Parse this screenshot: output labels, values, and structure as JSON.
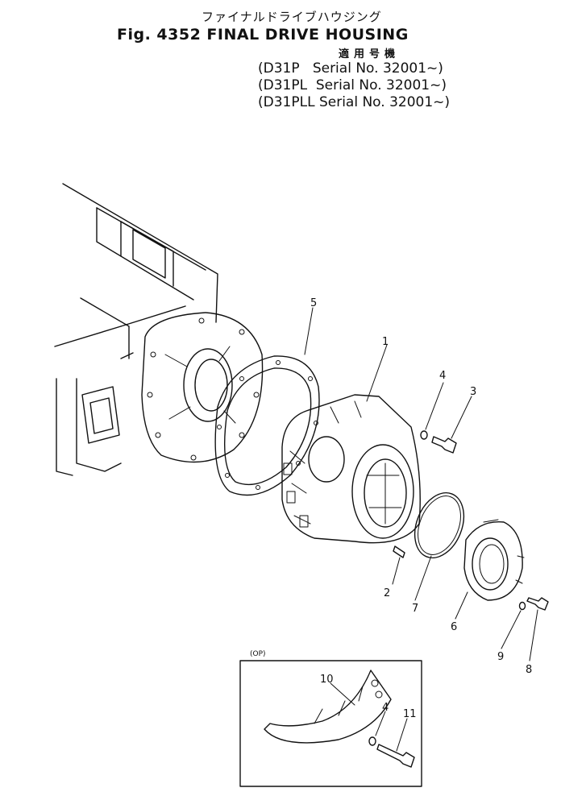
{
  "title_jp": "ファイナルドライブハウジング",
  "title_en": "Fig. 4352 FINAL DRIVE HOUSING",
  "serial_header": "適用号機",
  "serials": [
    "(D31P   Serial No. 32001~)",
    "(D31PL  Serial No. 32001~)",
    "(D31PLL Serial No. 32001~)"
  ],
  "option_label": "(OP)",
  "callouts": {
    "c1": "1",
    "c2": "2",
    "c3": "3",
    "c4": "4",
    "c5": "5",
    "c6": "6",
    "c7": "7",
    "c8": "8",
    "c9": "9",
    "c10": "10",
    "c11": "11",
    "c4b": "4"
  }
}
